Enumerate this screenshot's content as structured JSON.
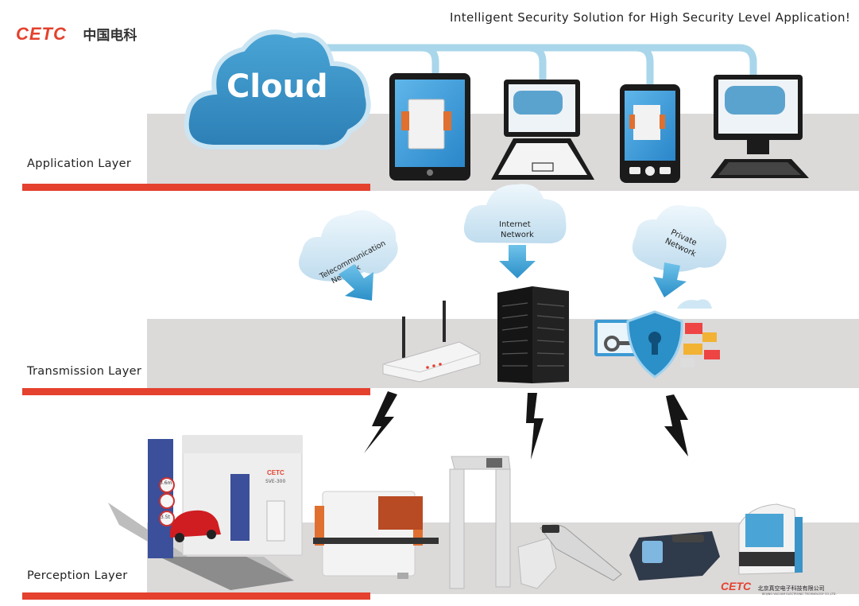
{
  "header": {
    "tagline": "Intelligent Security Solution for High Security Level Application!",
    "logo_text": "CETC",
    "logo_cn": "中国电科"
  },
  "cloud": {
    "label": "Cloud"
  },
  "layers": {
    "application": "Application Layer",
    "transmission": "Transmission Layer",
    "perception": "Perception Layer"
  },
  "networks": {
    "telecom": [
      "Telecommunication",
      "Network"
    ],
    "internet": [
      "Internet",
      "Network"
    ],
    "private": [
      "Private",
      "Network"
    ]
  },
  "device_labels": {
    "truck_tower": [
      "3.6m",
      "3.5t"
    ],
    "scanner_brand": "CETC",
    "scanner_model": "SVE-300"
  },
  "footer": {
    "logo_text": "CETC",
    "company_cn": "北京真空电子科技有限公司",
    "company_en": "BEIJING VACUUM ELECTRONIC TECHNOLOGY CO.,LTD."
  },
  "colors": {
    "accent_red": "#e4412e",
    "cloud_blue": "#3b94c7",
    "cloud_light": "#cfe7f4",
    "band_gray": "#dcd9d9",
    "link_blue": "#a9d6ea"
  }
}
